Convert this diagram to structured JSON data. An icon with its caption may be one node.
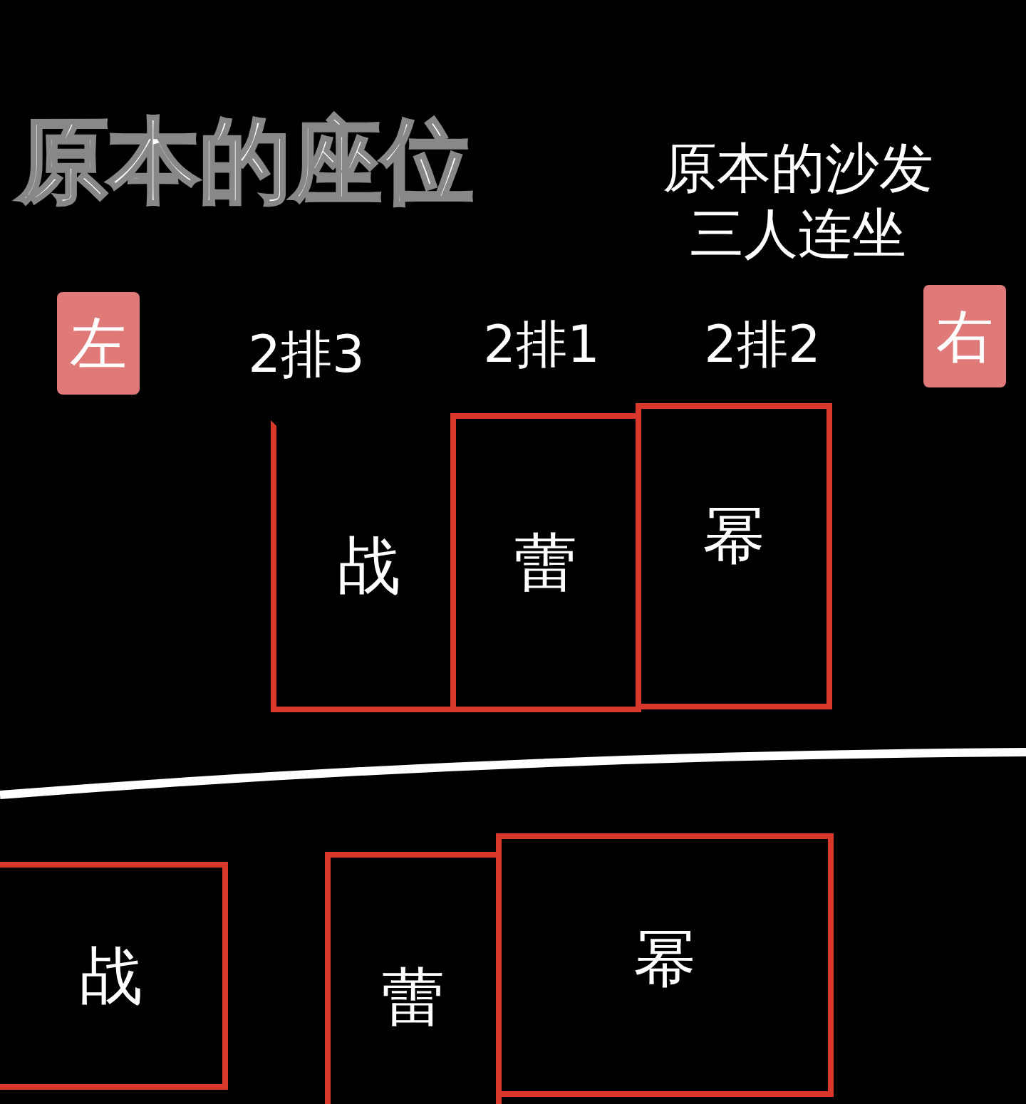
{
  "diagram": {
    "title": "原本的座位",
    "nodes": [
      {
        "text": [
          "左"
        ]
      },
      {
        "text": [
          "右"
        ]
      },
      {
        "text": [
          "战"
        ]
      },
      {
        "text": [
          "蕾"
        ]
      },
      {
        "text": [
          "幂"
        ]
      },
      {
        "text": [
          "战"
        ]
      },
      {
        "text": [
          "蕾"
        ]
      },
      {
        "text": [
          "幂"
        ]
      }
    ],
    "labels": [
      "原本的沙发三人连坐",
      "2排3",
      "2排1",
      "2排2"
    ]
  }
}
